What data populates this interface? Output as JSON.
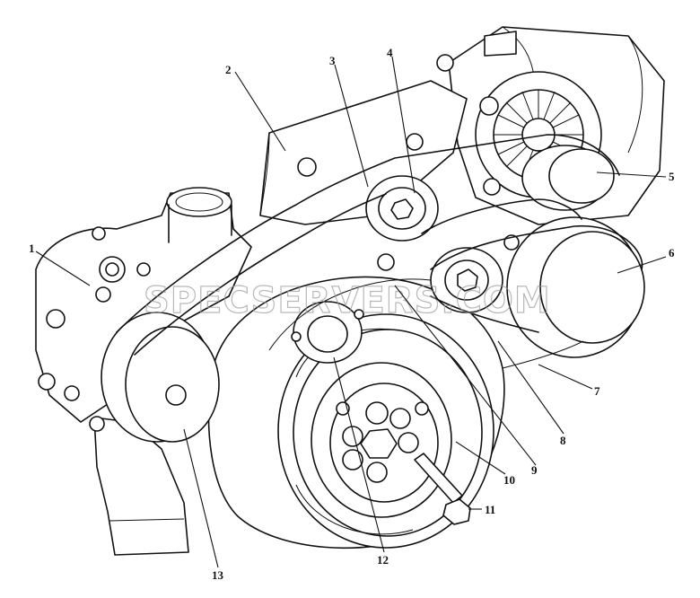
{
  "watermark": "SPECSERVERS.COM",
  "callouts": {
    "n1": "1",
    "n2": "2",
    "n3": "3",
    "n4": "4",
    "n5": "5",
    "n6": "6",
    "n7": "7",
    "n8": "8",
    "n9": "9",
    "n10": "10",
    "n11": "11",
    "n12": "12",
    "n13": "13"
  }
}
